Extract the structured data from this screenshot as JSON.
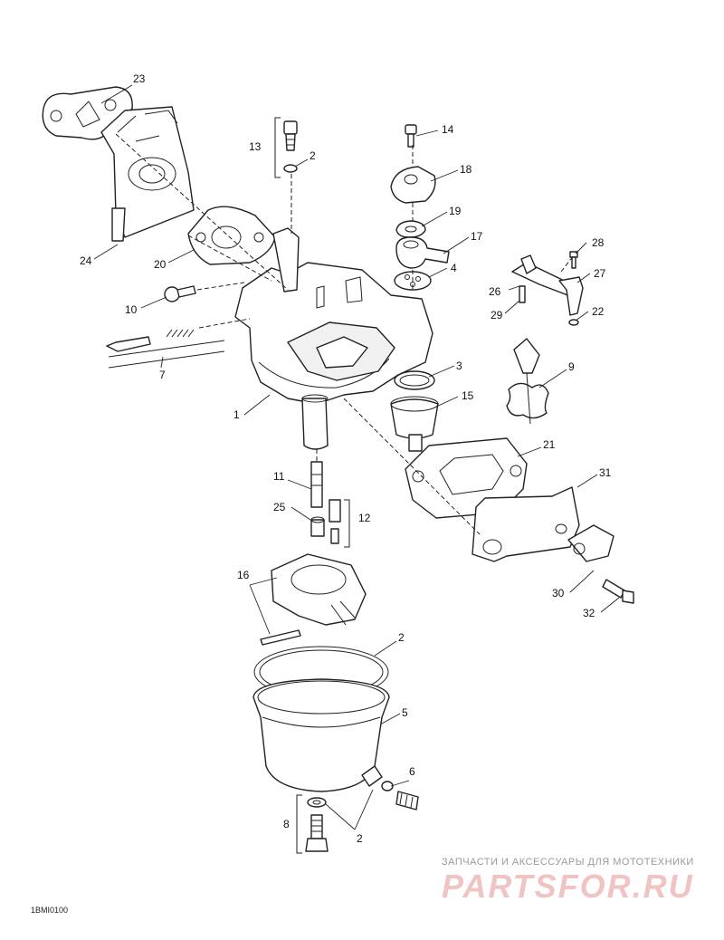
{
  "diagram": {
    "callouts": {
      "c1": "1",
      "c2a": "2",
      "c2b": "2",
      "c2c": "2",
      "c3": "3",
      "c4": "4",
      "c5": "5",
      "c6": "6",
      "c7": "7",
      "c8": "8",
      "c9": "9",
      "c10": "10",
      "c11": "11",
      "c12": "12",
      "c13": "13",
      "c14": "14",
      "c15": "15",
      "c16": "16",
      "c17": "17",
      "c18": "18",
      "c19": "19",
      "c20": "20",
      "c21": "21",
      "c22": "22",
      "c23": "23",
      "c24": "24",
      "c25": "25",
      "c26": "26",
      "c27": "27",
      "c28": "28",
      "c29": "29",
      "c30": "30",
      "c31": "31",
      "c32": "32"
    },
    "drawing_code": "1BMI0100"
  },
  "watermark": {
    "tagline": "ЗАПЧАСТИ И АКСЕССУАРЫ ДЛЯ МОТОТЕХНИКИ",
    "logo": "PARTSFOR.RU",
    "logo_color": "#f1c4c4"
  }
}
